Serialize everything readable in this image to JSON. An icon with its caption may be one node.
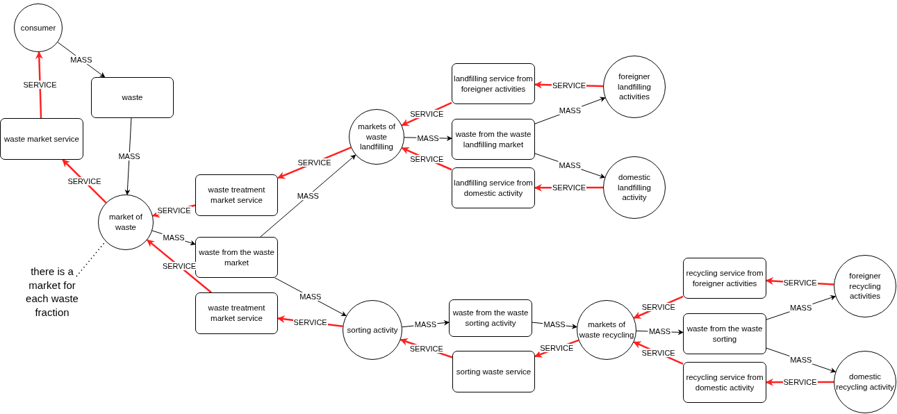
{
  "diagram": {
    "nodes": [
      {
        "text": [
          "consumer"
        ]
      },
      {
        "text": [
          "waste"
        ]
      },
      {
        "text": [
          "waste market service"
        ]
      },
      {
        "text": [
          "market of waste"
        ]
      },
      {
        "text": [
          "waste treatment market service"
        ]
      },
      {
        "text": [
          "waste from the waste market"
        ]
      },
      {
        "text": [
          "waste treatment market service"
        ]
      },
      {
        "text": [
          "markets of waste landfilling"
        ]
      },
      {
        "text": [
          "landfilling service from foreigner activities"
        ]
      },
      {
        "text": [
          "waste from the waste landfilling market"
        ]
      },
      {
        "text": [
          "landfilling service from domestic activity"
        ]
      },
      {
        "text": [
          "foreigner landfilling activities"
        ]
      },
      {
        "text": [
          "domestic landfilling activity"
        ]
      },
      {
        "text": [
          "sorting activity"
        ]
      },
      {
        "text": [
          "waste from the waste sorting activity"
        ]
      },
      {
        "text": [
          "sorting waste service"
        ]
      },
      {
        "text": [
          "markets of waste recycling"
        ]
      },
      {
        "text": [
          "recycling service from foreigner activities"
        ]
      },
      {
        "text": [
          "waste from the waste sorting"
        ]
      },
      {
        "text": [
          "recycling service from domestic activity"
        ]
      },
      {
        "text": [
          "foreigner recycling activities"
        ]
      },
      {
        "text": [
          "domestic recycling activity"
        ]
      },
      {
        "text": [
          "there is a market for each waste fraction"
        ]
      }
    ],
    "edges": [
      {
        "from": 0,
        "to": 1,
        "arrow": "to",
        "label": "MASS",
        "color": "#000000"
      },
      {
        "from": 1,
        "to": 3,
        "arrow": "to",
        "label": "MASS",
        "color": "#000000"
      },
      {
        "from": 3,
        "to": 2,
        "arrow": "to",
        "label": "SERVICE"
      },
      {
        "from": 2,
        "to": 0,
        "arrow": "to",
        "label": "SERVICE"
      },
      {
        "from": 4,
        "to": 3,
        "arrow": "to",
        "label": "SERVICE"
      },
      {
        "from": 3,
        "to": 5,
        "arrow": "to",
        "label": "MASS",
        "color": "#000000"
      },
      {
        "from": 6,
        "to": 3,
        "arrow": "to",
        "label": "SERVICE"
      },
      {
        "from": 7,
        "to": 4,
        "arrow": "to",
        "label": "SERVICE"
      },
      {
        "from": 5,
        "to": 7,
        "arrow": "to",
        "label": "MASS",
        "color": "#000000"
      },
      {
        "from": 5,
        "to": 13,
        "arrow": "to",
        "label": "MASS",
        "color": "#000000"
      },
      {
        "from": 8,
        "to": 7,
        "arrow": "to",
        "label": "SERVICE"
      },
      {
        "from": 7,
        "to": 9,
        "arrow": "to",
        "label": "MASS",
        "color": "#000000"
      },
      {
        "from": 10,
        "to": 7,
        "arrow": "to",
        "label": "SERVICE"
      },
      {
        "from": 11,
        "to": 8,
        "arrow": "to",
        "label": "SERVICE"
      },
      {
        "from": 9,
        "to": 11,
        "arrow": "to",
        "label": "MASS",
        "color": "#000000"
      },
      {
        "from": 9,
        "to": 12,
        "arrow": "to",
        "label": "MASS",
        "color": "#000000"
      },
      {
        "from": 12,
        "to": 10,
        "arrow": "to",
        "label": "SERVICE"
      },
      {
        "from": 13,
        "to": 6,
        "arrow": "to",
        "label": "SERVICE"
      },
      {
        "from": 13,
        "to": 14,
        "arrow": "to",
        "label": "MASS",
        "color": "#000000"
      },
      {
        "from": 15,
        "to": 13,
        "arrow": "to",
        "label": "SERVICE"
      },
      {
        "from": 14,
        "to": 16,
        "arrow": "to",
        "label": "MASS",
        "color": "#000000"
      },
      {
        "from": 16,
        "to": 15,
        "arrow": "to",
        "label": "SERVICE"
      },
      {
        "from": 17,
        "to": 16,
        "arrow": "to",
        "label": "SERVICE"
      },
      {
        "from": 16,
        "to": 18,
        "arrow": "to",
        "label": "MASS",
        "color": "#000000"
      },
      {
        "from": 19,
        "to": 16,
        "arrow": "to",
        "label": "SERVICE"
      },
      {
        "from": 20,
        "to": 17,
        "arrow": "to",
        "label": "SERVICE"
      },
      {
        "from": 18,
        "to": 20,
        "arrow": "to",
        "label": "MASS",
        "color": "#000000"
      },
      {
        "from": 18,
        "to": 21,
        "arrow": "to",
        "label": "MASS",
        "color": "#000000"
      },
      {
        "from": 21,
        "to": 19,
        "arrow": "to",
        "label": "SERVICE"
      },
      {
        "from": 22,
        "to": 3,
        "arrow": "none",
        "style": "dashed",
        "color": "#000000"
      }
    ]
  }
}
